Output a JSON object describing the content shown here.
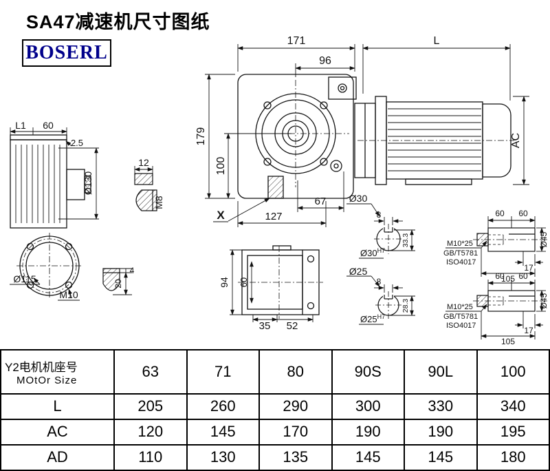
{
  "title": "SA47减速机尺寸图纸",
  "logo": "BOSERL",
  "front_view": {
    "width": "171",
    "bolt_span": "96",
    "height": "179",
    "center_height": "100",
    "hole_span": "67",
    "base_width": "127",
    "section_mark": "X"
  },
  "motor_view": {
    "length": "L",
    "ac": "AC"
  },
  "side_view": {
    "l1": "L1",
    "width": "60",
    "lip": "2.5",
    "flange_dia": "Ø130"
  },
  "key_detail": {
    "width": "12",
    "thread": "M8"
  },
  "flange_view": {
    "dia": "Ø115",
    "thread": "M10"
  },
  "plug_detail": {
    "tip": "4",
    "length": "20"
  },
  "bottom_view": {
    "height": "94",
    "inner": "60",
    "w1": "35",
    "w2": "52"
  },
  "shaft_option_1": {
    "dia": "Ø30",
    "key_width": "8",
    "depth": "33.3",
    "bore": "Ø30",
    "fit": "H7",
    "seg1": "60",
    "seg2": "60",
    "bolt": "M10*25",
    "std1": "GB/T5781",
    "std2": "ISO4017",
    "tip_len": "17",
    "length": "105",
    "end_dia": "Ø45"
  },
  "shaft_option_2": {
    "dia": "Ø25",
    "key_width": "8",
    "depth": "28.3",
    "bore": "Ø25",
    "fit": "H7",
    "seg1": "60",
    "seg2": "60",
    "bolt": "M10*25",
    "std1": "GB/T5781",
    "std2": "ISO4017",
    "tip_len": "17",
    "length": "105",
    "end_dia": "Ø45"
  },
  "table": {
    "header": {
      "line1": "Y2电机机座号",
      "line2": "MOtOr Size"
    },
    "sizes": [
      "63",
      "71",
      "80",
      "90S",
      "90L",
      "100"
    ],
    "rows": [
      {
        "label": "L",
        "values": [
          "205",
          "260",
          "290",
          "300",
          "330",
          "340"
        ]
      },
      {
        "label": "AC",
        "values": [
          "120",
          "145",
          "170",
          "190",
          "190",
          "195"
        ]
      },
      {
        "label": "AD",
        "values": [
          "110",
          "130",
          "135",
          "145",
          "145",
          "180"
        ]
      }
    ]
  }
}
